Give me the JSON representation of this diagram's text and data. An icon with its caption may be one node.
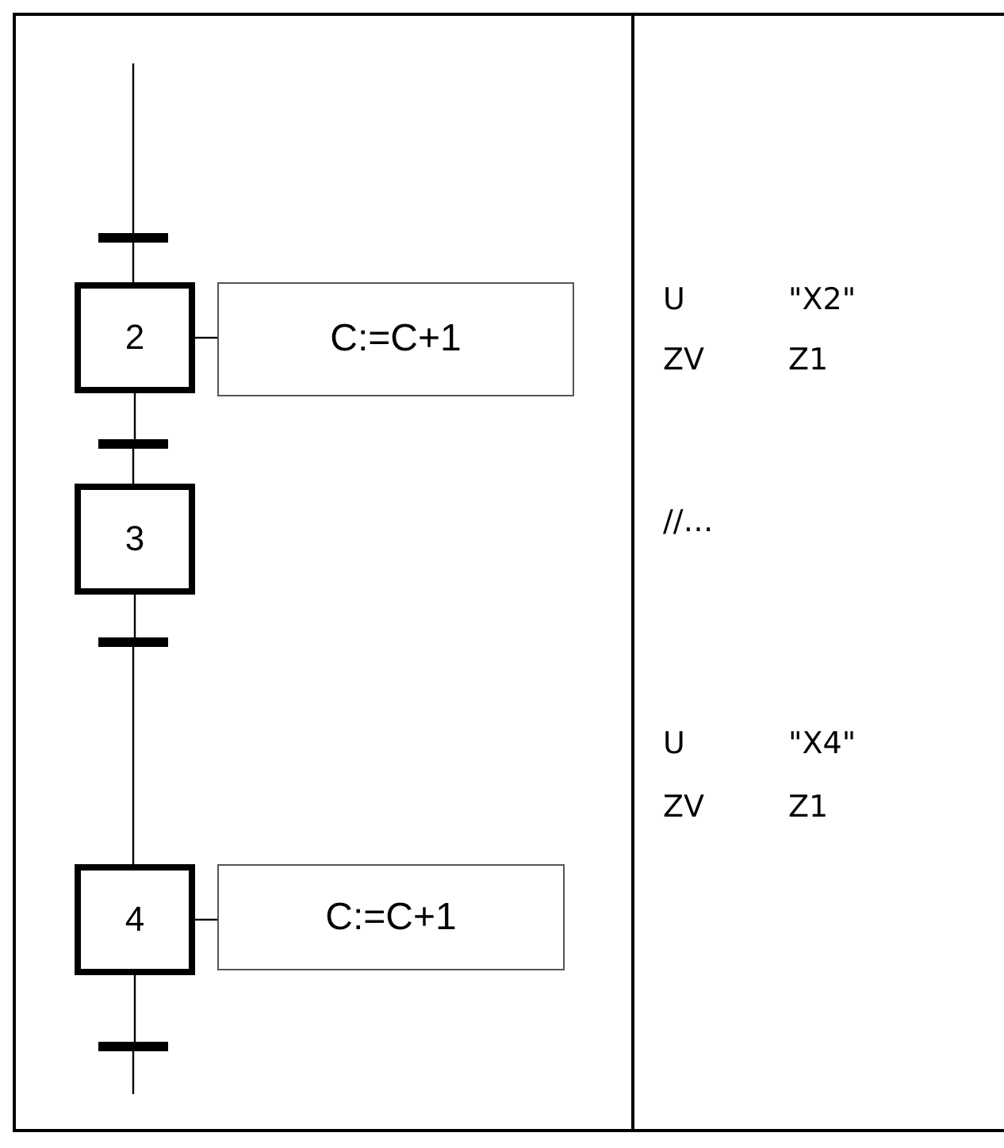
{
  "diagram": {
    "nodes": [
      {
        "text": [],
        "shape": "bar"
      },
      {
        "text": [
          "2"
        ]
      },
      {
        "text": [
          "C:=C+1"
        ]
      },
      {
        "text": [],
        "shape": "bar"
      },
      {
        "text": [
          "3"
        ]
      },
      {
        "text": [],
        "shape": "bar"
      },
      {
        "text": [
          "4"
        ]
      },
      {
        "text": [
          "C:=C+1"
        ]
      },
      {
        "text": [],
        "shape": "bar"
      }
    ],
    "edges": [
      {
        "from": null,
        "to": 0,
        "arrow": "none"
      },
      {
        "from": 0,
        "to": 1,
        "arrow": "none"
      },
      {
        "from": 1,
        "to": 2,
        "arrow": "none"
      },
      {
        "from": 1,
        "to": 3,
        "arrow": "none"
      },
      {
        "from": 3,
        "to": 4,
        "arrow": "none"
      },
      {
        "from": 4,
        "to": 5,
        "arrow": "none"
      },
      {
        "from": 5,
        "to": 6,
        "arrow": "none"
      },
      {
        "from": 6,
        "to": 7,
        "arrow": "none"
      },
      {
        "from": 6,
        "to": 8,
        "arrow": "none"
      },
      {
        "from": 8,
        "to": null,
        "arrow": "none"
      }
    ],
    "labels": [
      "U",
      "\"X2\"",
      "ZV",
      "Z1",
      "//…",
      "U",
      "\"X4\"",
      "ZV",
      "Z1"
    ]
  }
}
